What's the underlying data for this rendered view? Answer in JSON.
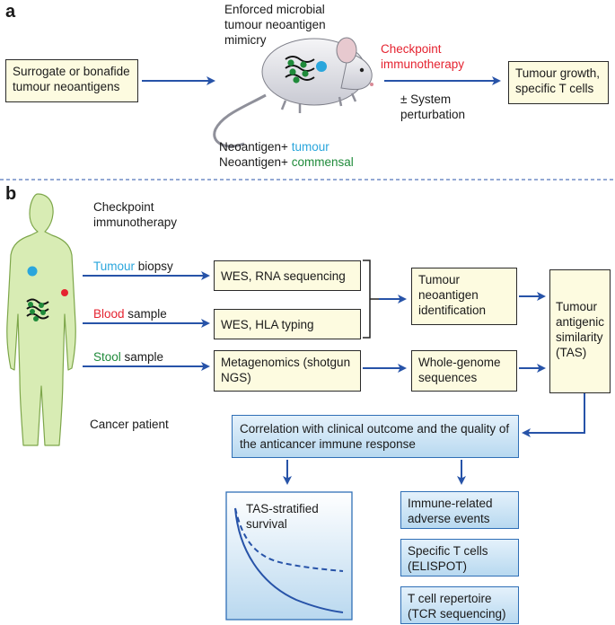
{
  "panel_a": {
    "label": "a",
    "input_box": "Surrogate or bonafide tumour neoantigens",
    "mimicry_title": "Enforced microbial tumour neoantigen mimicry",
    "checkpoint": "Checkpoint immunotherapy",
    "perturbation": "± System perturbation",
    "output_box": "Tumour growth, specific T cells",
    "legend_prefix_1": "Neoantigen+ ",
    "legend_word_1": "tumour",
    "legend_prefix_2": "Neoantigen+ ",
    "legend_word_2": "commensal"
  },
  "panel_b": {
    "label": "b",
    "checkpoint": "Checkpoint immunotherapy",
    "patient_label": "Cancer patient",
    "samples": [
      {
        "word": "Tumour",
        "rest": " biopsy"
      },
      {
        "word": "Blood",
        "rest": " sample"
      },
      {
        "word": "Stool",
        "rest": " sample"
      }
    ],
    "method_boxes": [
      "WES, RNA sequencing",
      "WES, HLA typing",
      "Metagenomics (shotgun NGS)"
    ],
    "neoantigen_box": "Tumour neoantigen identification",
    "wgs_box": "Whole-genome sequences",
    "tas_box": "Tumour antigenic similarity (TAS)",
    "correlation_box": "Correlation with clinical outcome and the quality of the anticancer immune response",
    "survival_box": "TAS-stratified survival",
    "outcomes": [
      "Immune-related adverse events",
      "Specific T cells (ELISPOT)",
      "T cell repertoire (TCR sequencing)"
    ]
  },
  "colors": {
    "arrow": "#2753a8",
    "box_fill": "#fdfbe0",
    "blue_box": "#cfe5f5",
    "red": "#e52330",
    "tumour_blue": "#2aa6dc",
    "green": "#1f8a3a"
  },
  "icons": [
    "mouse-icon",
    "human-body-icon",
    "bacteria-icon",
    "tumour-dot-icon"
  ]
}
